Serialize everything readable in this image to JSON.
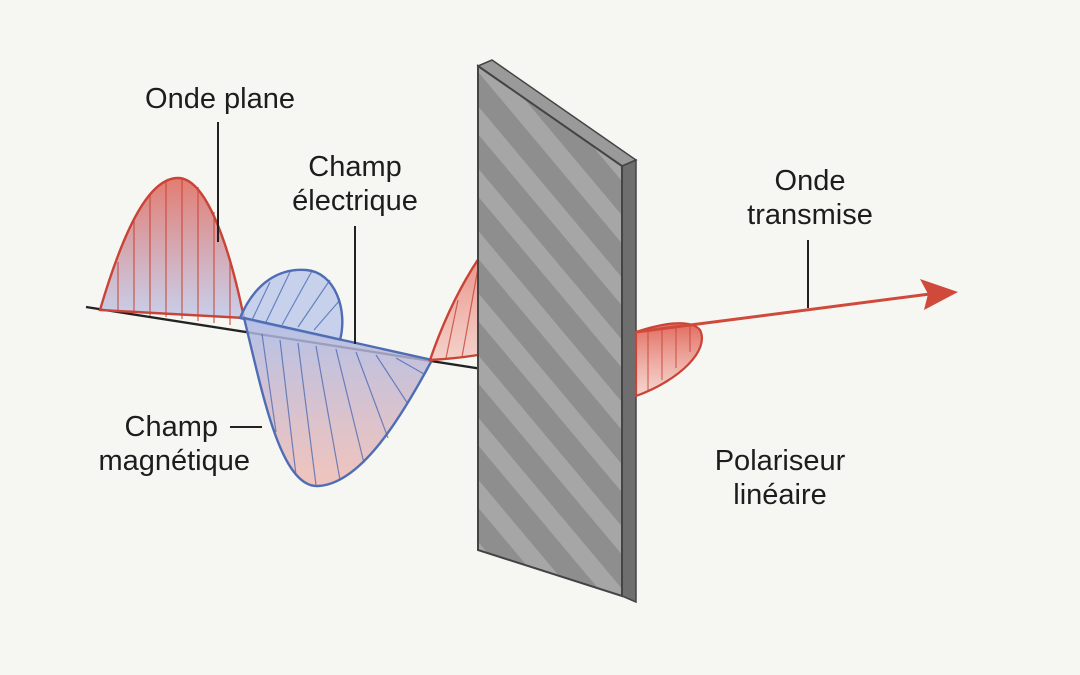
{
  "labels": {
    "plane_wave": "Onde plane",
    "electric_field": [
      "Champ",
      "électrique"
    ],
    "magnetic_field": [
      "Champ",
      "magnétique"
    ],
    "transmitted_wave": [
      "Onde",
      "transmise"
    ],
    "polarizer": [
      "Polariseur",
      "linéaire"
    ]
  },
  "colors": {
    "electric": "#d04a3c",
    "magnetic": "#4f6db5",
    "polarizer": "#8d8d8d",
    "axis": "#222222",
    "background": "#f6f6f3"
  }
}
